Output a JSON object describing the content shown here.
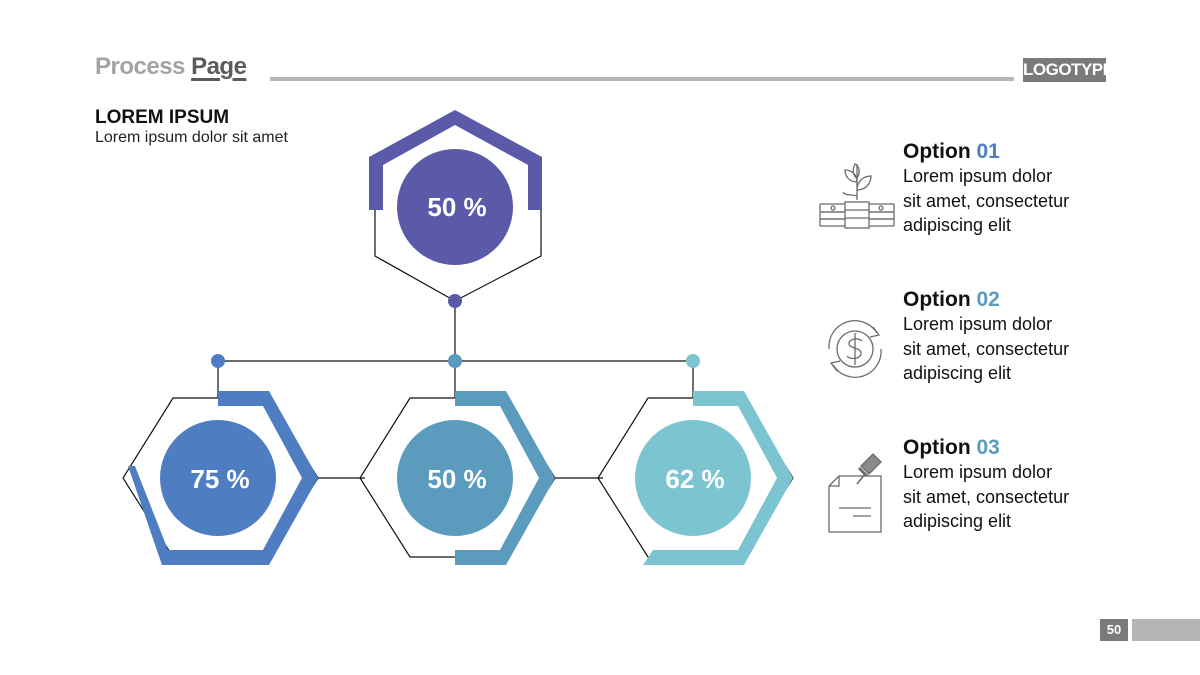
{
  "header": {
    "title_part1": "Process",
    "title_part2": "Page",
    "logo": "LOGOTYPE"
  },
  "section": {
    "title": "LOREM IPSUM",
    "subtitle": "Lorem ipsum dolor sit amet"
  },
  "diagram": {
    "top_node": {
      "value": "50 %",
      "color": "#5b5aa8"
    },
    "bottom_nodes": [
      {
        "value": "75 %",
        "color": "#4f7dc2"
      },
      {
        "value": "50 %",
        "color": "#5b9bbd"
      },
      {
        "value": "62 %",
        "color": "#7dc4d1"
      }
    ]
  },
  "options": [
    {
      "label": "Option",
      "number": "01",
      "number_color": "#4f7dc2",
      "text_lines": [
        "Lorem ipsum dolor",
        "sit amet, consectetur",
        "adipiscing elit"
      ],
      "icon": "money-plant-icon"
    },
    {
      "label": "Option",
      "number": "02",
      "number_color": "#5b9bbd",
      "text_lines": [
        "Lorem ipsum dolor",
        "sit amet, consectetur",
        "adipiscing elit"
      ],
      "icon": "dollar-cycle-icon"
    },
    {
      "label": "Option",
      "number": "03",
      "number_color": "#5b9bbd",
      "text_lines": [
        "Lorem ipsum dolor",
        "sit amet, consectetur",
        "adipiscing elit"
      ],
      "icon": "pinned-document-icon"
    }
  ],
  "page_number": "50"
}
